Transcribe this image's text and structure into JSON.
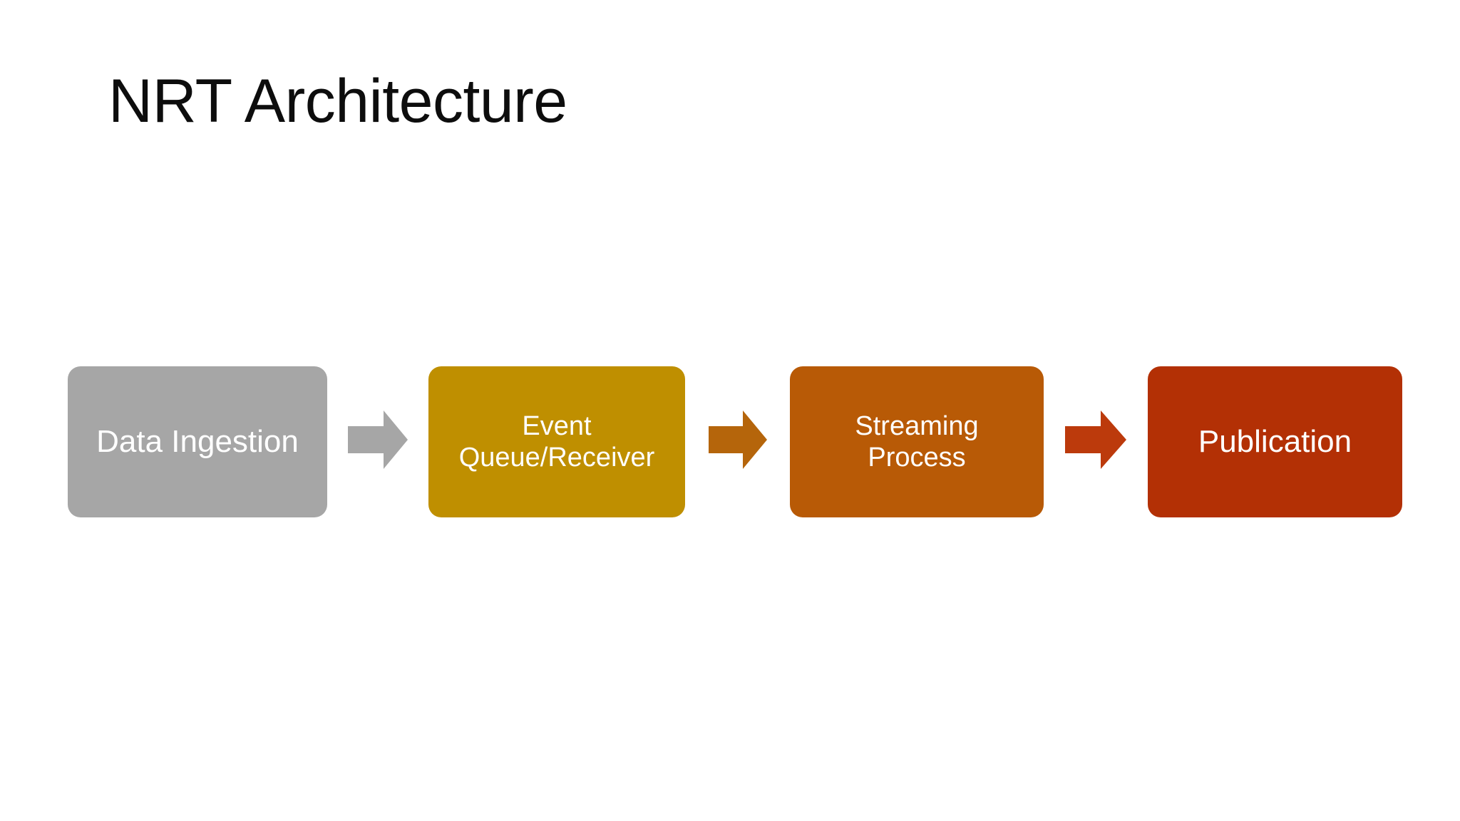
{
  "slide": {
    "title": "NRT Architecture",
    "background_color": "#FFFFFF",
    "title_color": "#0D0D0D"
  },
  "diagram": {
    "type": "process-flow",
    "direction": "left-to-right",
    "steps": [
      {
        "index": 1,
        "label": "Data Ingestion",
        "fill_color": "#A6A6A6",
        "text_color": "#FFFFFF",
        "lines": 1
      },
      {
        "index": 2,
        "label": "Event\nQueue/Receiver",
        "fill_color": "#BF8F00",
        "text_color": "#FFFFFF",
        "lines": 2
      },
      {
        "index": 3,
        "label": "Streaming\nProcess",
        "fill_color": "#B85A06",
        "text_color": "#FFFFFF",
        "lines": 2
      },
      {
        "index": 4,
        "label": "Publication",
        "fill_color": "#B33005",
        "text_color": "#FFFFFF",
        "lines": 1
      }
    ],
    "connectors": [
      {
        "index": 1,
        "from": "Data Ingestion",
        "to": "Event Queue/Receiver",
        "shape": "right-arrow",
        "fill_color": "#A6A6A6"
      },
      {
        "index": 2,
        "from": "Event Queue/Receiver",
        "to": "Streaming Process",
        "shape": "right-arrow",
        "fill_color": "#B5650B"
      },
      {
        "index": 3,
        "from": "Streaming Process",
        "to": "Publication",
        "shape": "right-arrow",
        "fill_color": "#BC3A0C"
      }
    ]
  }
}
